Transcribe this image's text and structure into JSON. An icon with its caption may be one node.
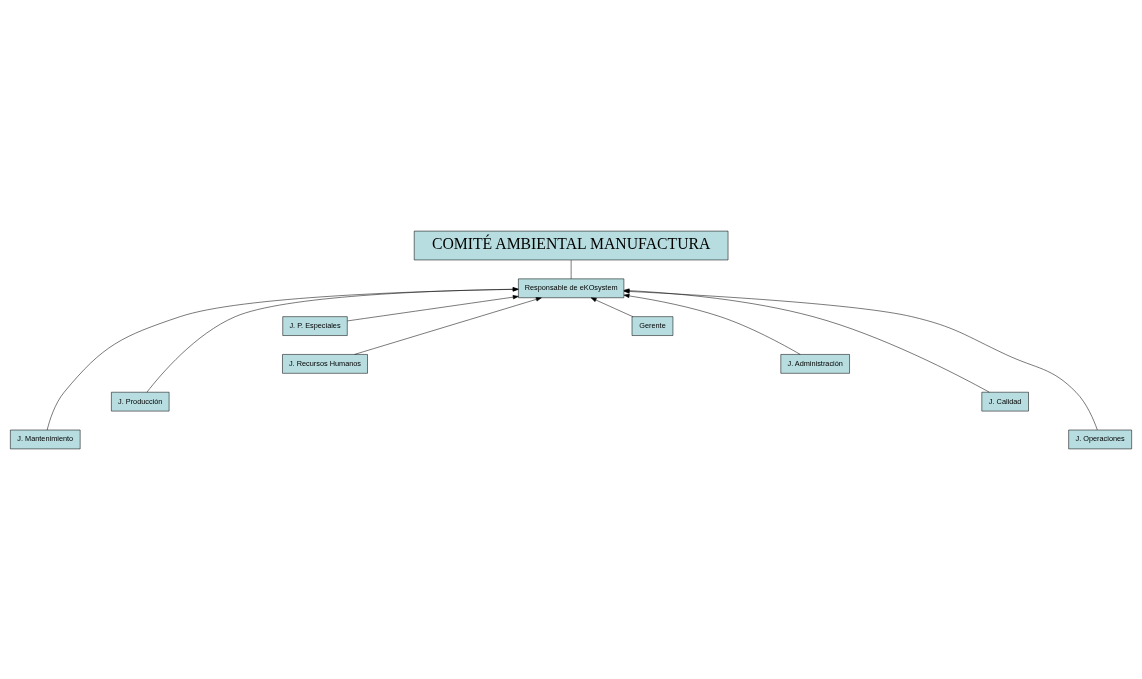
{
  "diagram": {
    "nodes": [
      {
        "text": [
          "COMITÉ AMBIENTAL MANUFACTURA"
        ]
      },
      {
        "text": [
          "Responsable de eKOsystem"
        ]
      },
      {
        "text": [
          "J. P. Especiales"
        ]
      },
      {
        "text": [
          "Gerente"
        ]
      },
      {
        "text": [
          "J. Recursos Humanos"
        ]
      },
      {
        "text": [
          "J. Administración"
        ]
      },
      {
        "text": [
          "J. Producción"
        ]
      },
      {
        "text": [
          "J. Calidad"
        ]
      },
      {
        "text": [
          "J. Mantenimiento"
        ]
      },
      {
        "text": [
          "J. Operaciones"
        ]
      }
    ],
    "edges": [
      {
        "from": 0,
        "to": 1,
        "arrow": "none"
      },
      {
        "from": 2,
        "to": 1,
        "arrow": "to"
      },
      {
        "from": 3,
        "to": 1,
        "arrow": "to"
      },
      {
        "from": 4,
        "to": 1,
        "arrow": "to"
      },
      {
        "from": 5,
        "to": 1,
        "arrow": "to"
      },
      {
        "from": 6,
        "to": 1,
        "arrow": "to"
      },
      {
        "from": 7,
        "to": 1,
        "arrow": "to"
      },
      {
        "from": 8,
        "to": 1,
        "arrow": "to"
      },
      {
        "from": 9,
        "to": 1,
        "arrow": "to"
      }
    ]
  }
}
